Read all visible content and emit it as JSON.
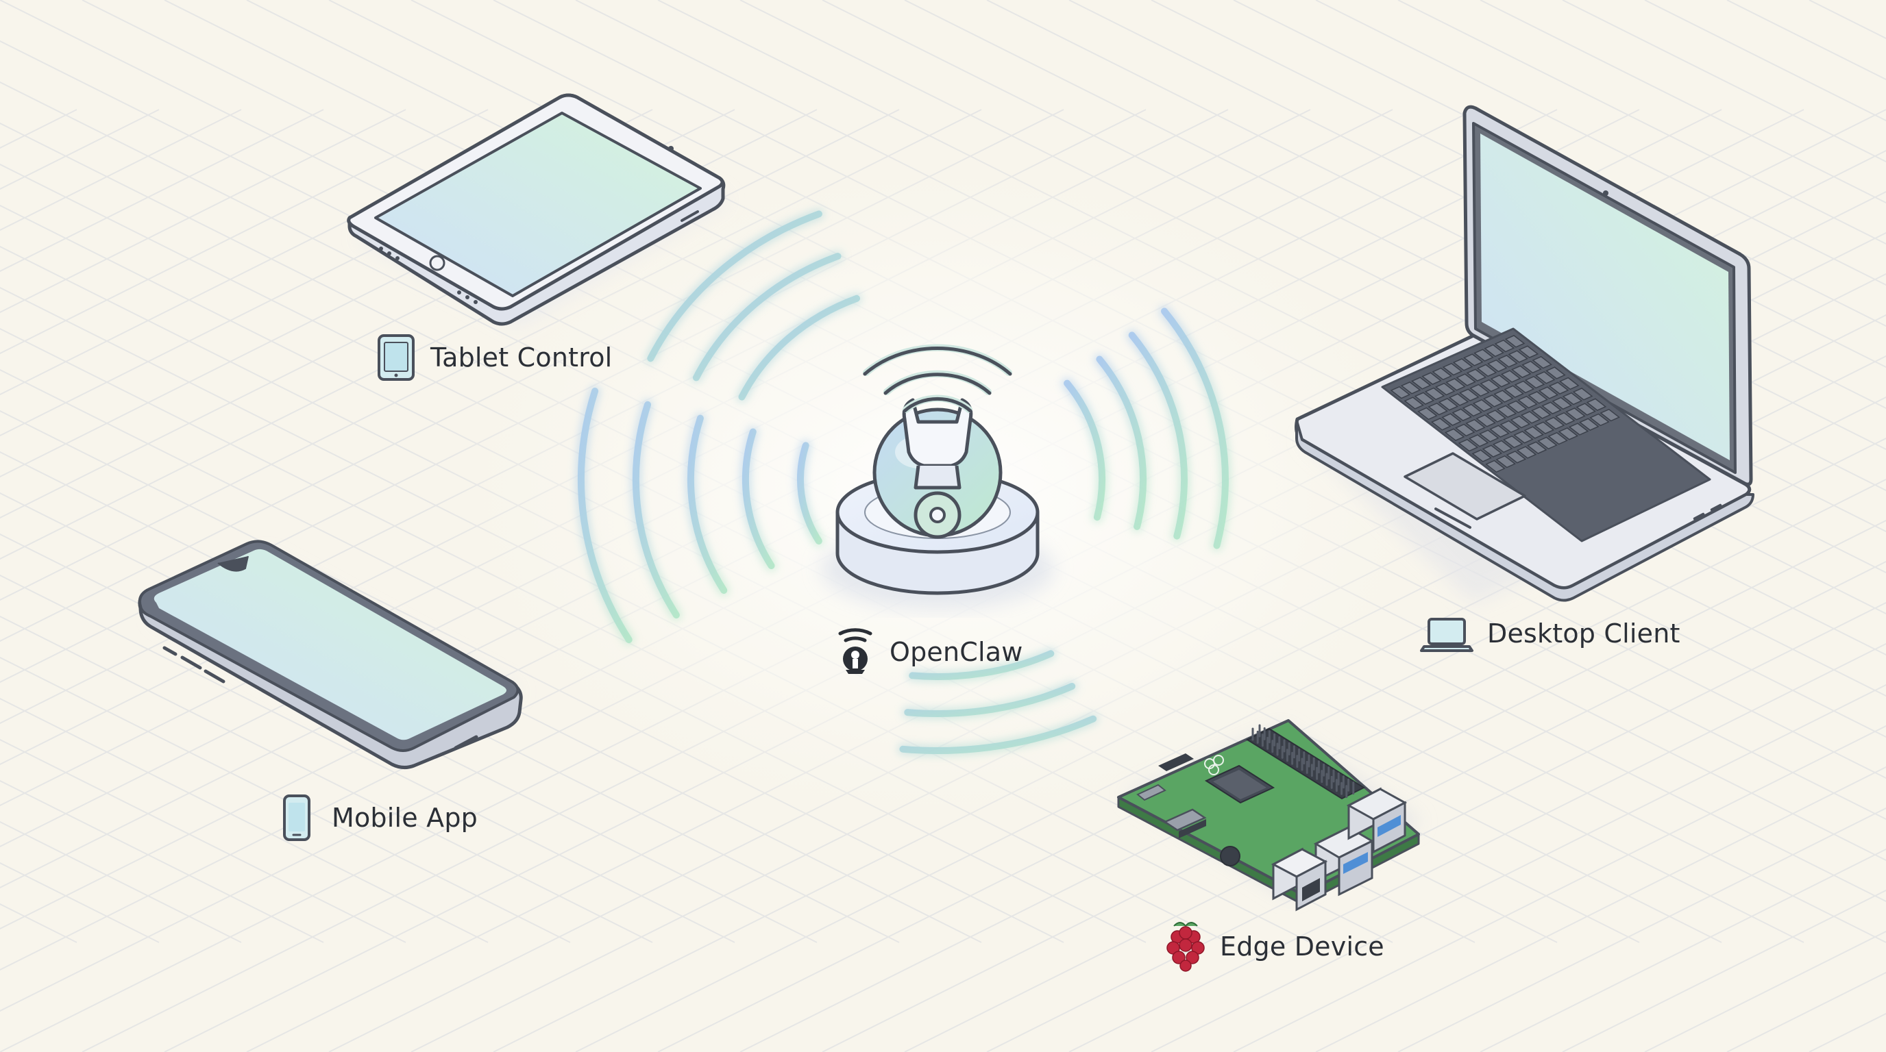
{
  "nodes": {
    "hub": {
      "label": "OpenClaw",
      "icon": "wifi-claw-icon"
    },
    "tablet": {
      "label": "Tablet Control",
      "icon": "tablet-icon"
    },
    "desktop": {
      "label": "Desktop Client",
      "icon": "laptop-icon"
    },
    "mobile": {
      "label": "Mobile App",
      "icon": "smartphone-icon"
    },
    "edge": {
      "label": "Edge Device",
      "icon": "raspberry-pi-icon"
    }
  },
  "colors": {
    "background": "#f8f5ec",
    "outline": "#4a505b",
    "screen_blue": "#cfe3f6",
    "screen_green": "#d5f2df",
    "wave_blue": "#a9c9ee",
    "wave_green": "#b2e6c8",
    "pcb_green": "#4f9a5a",
    "raspberry_red": "#c2273e"
  }
}
